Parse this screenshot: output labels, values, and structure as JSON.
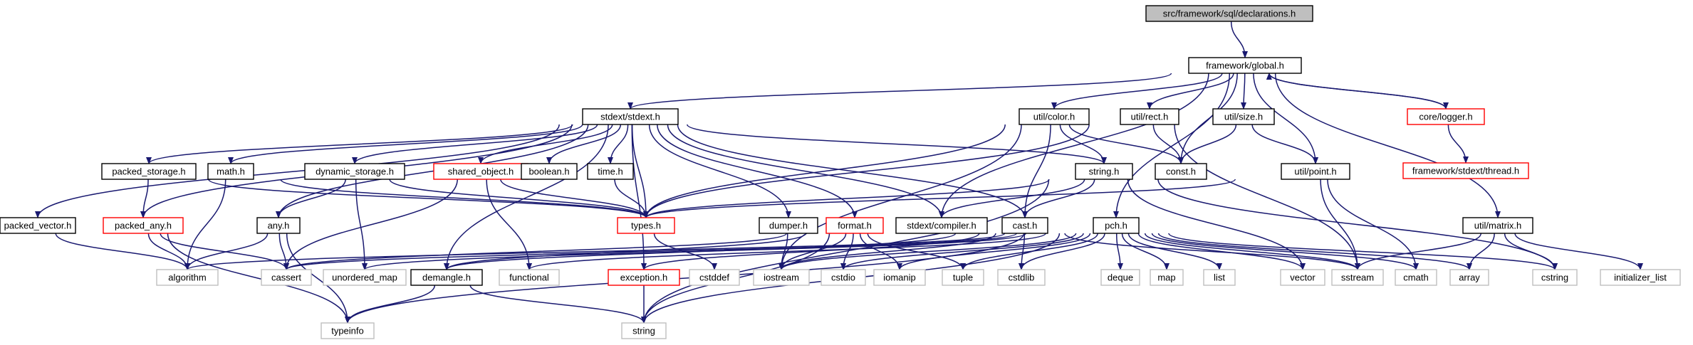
{
  "colors": {
    "edge": "#191970",
    "root_fill": "#bfbfbf",
    "node_border": "#000000",
    "red_border": "#ff0000",
    "system_border": "#bfbfbf",
    "fill": "#ffffff"
  },
  "nodes": [
    {
      "id": "decl",
      "label": "src/framework/sql/declarations.h",
      "style": "root"
    },
    {
      "id": "global",
      "label": "framework/global.h",
      "style": "normal"
    },
    {
      "id": "stdext",
      "label": "stdext/stdext.h",
      "style": "normal"
    },
    {
      "id": "color",
      "label": "util/color.h",
      "style": "normal"
    },
    {
      "id": "rect",
      "label": "util/rect.h",
      "style": "normal"
    },
    {
      "id": "size",
      "label": "util/size.h",
      "style": "normal"
    },
    {
      "id": "logger",
      "label": "core/logger.h",
      "style": "red"
    },
    {
      "id": "thread",
      "label": "framework/stdext/thread.h",
      "style": "red"
    },
    {
      "id": "packed_storage",
      "label": "packed_storage.h",
      "style": "normal"
    },
    {
      "id": "math",
      "label": "math.h",
      "style": "normal"
    },
    {
      "id": "dynamic_storage",
      "label": "dynamic_storage.h",
      "style": "normal"
    },
    {
      "id": "shared_object",
      "label": "shared_object.h",
      "style": "red"
    },
    {
      "id": "boolean",
      "label": "boolean.h",
      "style": "normal"
    },
    {
      "id": "time",
      "label": "time.h",
      "style": "normal"
    },
    {
      "id": "string_h",
      "label": "string.h",
      "style": "normal"
    },
    {
      "id": "const",
      "label": "const.h",
      "style": "normal"
    },
    {
      "id": "point",
      "label": "util/point.h",
      "style": "normal"
    },
    {
      "id": "packed_vector",
      "label": "packed_vector.h",
      "style": "normal"
    },
    {
      "id": "packed_any",
      "label": "packed_any.h",
      "style": "red"
    },
    {
      "id": "any",
      "label": "any.h",
      "style": "normal"
    },
    {
      "id": "types",
      "label": "types.h",
      "style": "red"
    },
    {
      "id": "dumper",
      "label": "dumper.h",
      "style": "normal"
    },
    {
      "id": "format",
      "label": "format.h",
      "style": "red"
    },
    {
      "id": "compiler",
      "label": "stdext/compiler.h",
      "style": "normal"
    },
    {
      "id": "cast",
      "label": "cast.h",
      "style": "normal"
    },
    {
      "id": "pch",
      "label": "pch.h",
      "style": "normal"
    },
    {
      "id": "matrix",
      "label": "util/matrix.h",
      "style": "normal"
    },
    {
      "id": "algorithm",
      "label": "algorithm",
      "style": "system"
    },
    {
      "id": "cassert",
      "label": "cassert",
      "style": "system"
    },
    {
      "id": "unordered_map",
      "label": "unordered_map",
      "style": "system"
    },
    {
      "id": "demangle",
      "label": "demangle.h",
      "style": "normal"
    },
    {
      "id": "functional",
      "label": "functional",
      "style": "system"
    },
    {
      "id": "exception",
      "label": "exception.h",
      "style": "red"
    },
    {
      "id": "cstddef",
      "label": "cstddef",
      "style": "system"
    },
    {
      "id": "iostream",
      "label": "iostream",
      "style": "system"
    },
    {
      "id": "cstdio",
      "label": "cstdio",
      "style": "system"
    },
    {
      "id": "iomanip",
      "label": "iomanip",
      "style": "system"
    },
    {
      "id": "tuple",
      "label": "tuple",
      "style": "system"
    },
    {
      "id": "cstdlib",
      "label": "cstdlib",
      "style": "system"
    },
    {
      "id": "deque",
      "label": "deque",
      "style": "system"
    },
    {
      "id": "map",
      "label": "map",
      "style": "system"
    },
    {
      "id": "list",
      "label": "list",
      "style": "system"
    },
    {
      "id": "vector",
      "label": "vector",
      "style": "system"
    },
    {
      "id": "sstream",
      "label": "sstream",
      "style": "system"
    },
    {
      "id": "cmath",
      "label": "cmath",
      "style": "system"
    },
    {
      "id": "array",
      "label": "array",
      "style": "system"
    },
    {
      "id": "cstring",
      "label": "cstring",
      "style": "system"
    },
    {
      "id": "initializer_list",
      "label": "initializer_list",
      "style": "system"
    },
    {
      "id": "typeinfo",
      "label": "typeinfo",
      "style": "system"
    },
    {
      "id": "string",
      "label": "string",
      "style": "system"
    }
  ],
  "edges": [
    [
      "decl",
      "global"
    ],
    [
      "global",
      "stdext"
    ],
    [
      "global",
      "color"
    ],
    [
      "global",
      "rect"
    ],
    [
      "global",
      "size"
    ],
    [
      "global",
      "logger"
    ],
    [
      "global",
      "const"
    ],
    [
      "global",
      "point"
    ],
    [
      "global",
      "compiler"
    ],
    [
      "global",
      "pch"
    ],
    [
      "global",
      "matrix"
    ],
    [
      "logger",
      "global"
    ],
    [
      "logger",
      "thread"
    ],
    [
      "stdext",
      "packed_storage"
    ],
    [
      "stdext",
      "math"
    ],
    [
      "stdext",
      "dynamic_storage"
    ],
    [
      "stdext",
      "shared_object"
    ],
    [
      "stdext",
      "boolean"
    ],
    [
      "stdext",
      "time"
    ],
    [
      "stdext",
      "types"
    ],
    [
      "stdext",
      "string_h"
    ],
    [
      "stdext",
      "packed_vector"
    ],
    [
      "stdext",
      "packed_any"
    ],
    [
      "stdext",
      "any"
    ],
    [
      "stdext",
      "dumper"
    ],
    [
      "stdext",
      "format"
    ],
    [
      "stdext",
      "compiler"
    ],
    [
      "stdext",
      "cast"
    ],
    [
      "stdext",
      "exception"
    ],
    [
      "stdext",
      "demangle"
    ],
    [
      "color",
      "types"
    ],
    [
      "color",
      "const"
    ],
    [
      "color",
      "string_h"
    ],
    [
      "color",
      "cast"
    ],
    [
      "color",
      "iostream"
    ],
    [
      "rect",
      "types"
    ],
    [
      "rect",
      "const"
    ],
    [
      "rect",
      "sstream"
    ],
    [
      "size",
      "const"
    ],
    [
      "size",
      "point"
    ],
    [
      "point",
      "types"
    ],
    [
      "point",
      "sstream"
    ],
    [
      "point",
      "cmath"
    ],
    [
      "string_h",
      "types"
    ],
    [
      "string_h",
      "cast"
    ],
    [
      "string_h",
      "compiler"
    ],
    [
      "string_h",
      "vector"
    ],
    [
      "string_h",
      "cstring"
    ],
    [
      "string_h",
      "string"
    ],
    [
      "packed_storage",
      "packed_any"
    ],
    [
      "packed_storage",
      "types"
    ],
    [
      "math",
      "types"
    ],
    [
      "math",
      "algorithm"
    ],
    [
      "dynamic_storage",
      "types"
    ],
    [
      "dynamic_storage",
      "any"
    ],
    [
      "dynamic_storage",
      "unordered_map"
    ],
    [
      "shared_object",
      "types"
    ],
    [
      "shared_object",
      "cassert"
    ],
    [
      "shared_object",
      "functional"
    ],
    [
      "time",
      "types"
    ],
    [
      "types",
      "cstddef"
    ],
    [
      "packed_vector",
      "algorithm"
    ],
    [
      "packed_any",
      "algorithm"
    ],
    [
      "packed_any",
      "cassert"
    ],
    [
      "packed_any",
      "typeinfo"
    ],
    [
      "any",
      "algorithm"
    ],
    [
      "any",
      "cassert"
    ],
    [
      "any",
      "typeinfo"
    ],
    [
      "dumper",
      "iostream"
    ],
    [
      "format",
      "iostream"
    ],
    [
      "format",
      "cstdio"
    ],
    [
      "format",
      "iomanip"
    ],
    [
      "format",
      "tuple"
    ],
    [
      "format",
      "string"
    ],
    [
      "format",
      "demangle"
    ],
    [
      "format",
      "cassert"
    ],
    [
      "cast",
      "demangle"
    ],
    [
      "cast",
      "exception"
    ],
    [
      "cast",
      "cstdlib"
    ],
    [
      "cast",
      "sstream"
    ],
    [
      "cast",
      "iostream"
    ],
    [
      "demangle",
      "typeinfo"
    ],
    [
      "demangle",
      "string"
    ],
    [
      "exception",
      "string"
    ],
    [
      "pch",
      "algorithm"
    ],
    [
      "pch",
      "cassert"
    ],
    [
      "pch",
      "unordered_map"
    ],
    [
      "pch",
      "functional"
    ],
    [
      "pch",
      "iostream"
    ],
    [
      "pch",
      "cstdio"
    ],
    [
      "pch",
      "iomanip"
    ],
    [
      "pch",
      "tuple"
    ],
    [
      "pch",
      "cstdlib"
    ],
    [
      "pch",
      "deque"
    ],
    [
      "pch",
      "map"
    ],
    [
      "pch",
      "list"
    ],
    [
      "pch",
      "vector"
    ],
    [
      "pch",
      "sstream"
    ],
    [
      "pch",
      "cmath"
    ],
    [
      "pch",
      "array"
    ],
    [
      "pch",
      "cstring"
    ],
    [
      "pch",
      "typeinfo"
    ],
    [
      "pch",
      "string"
    ],
    [
      "matrix",
      "sstream"
    ],
    [
      "matrix",
      "array"
    ],
    [
      "matrix",
      "cstring"
    ],
    [
      "matrix",
      "initializer_list"
    ]
  ]
}
